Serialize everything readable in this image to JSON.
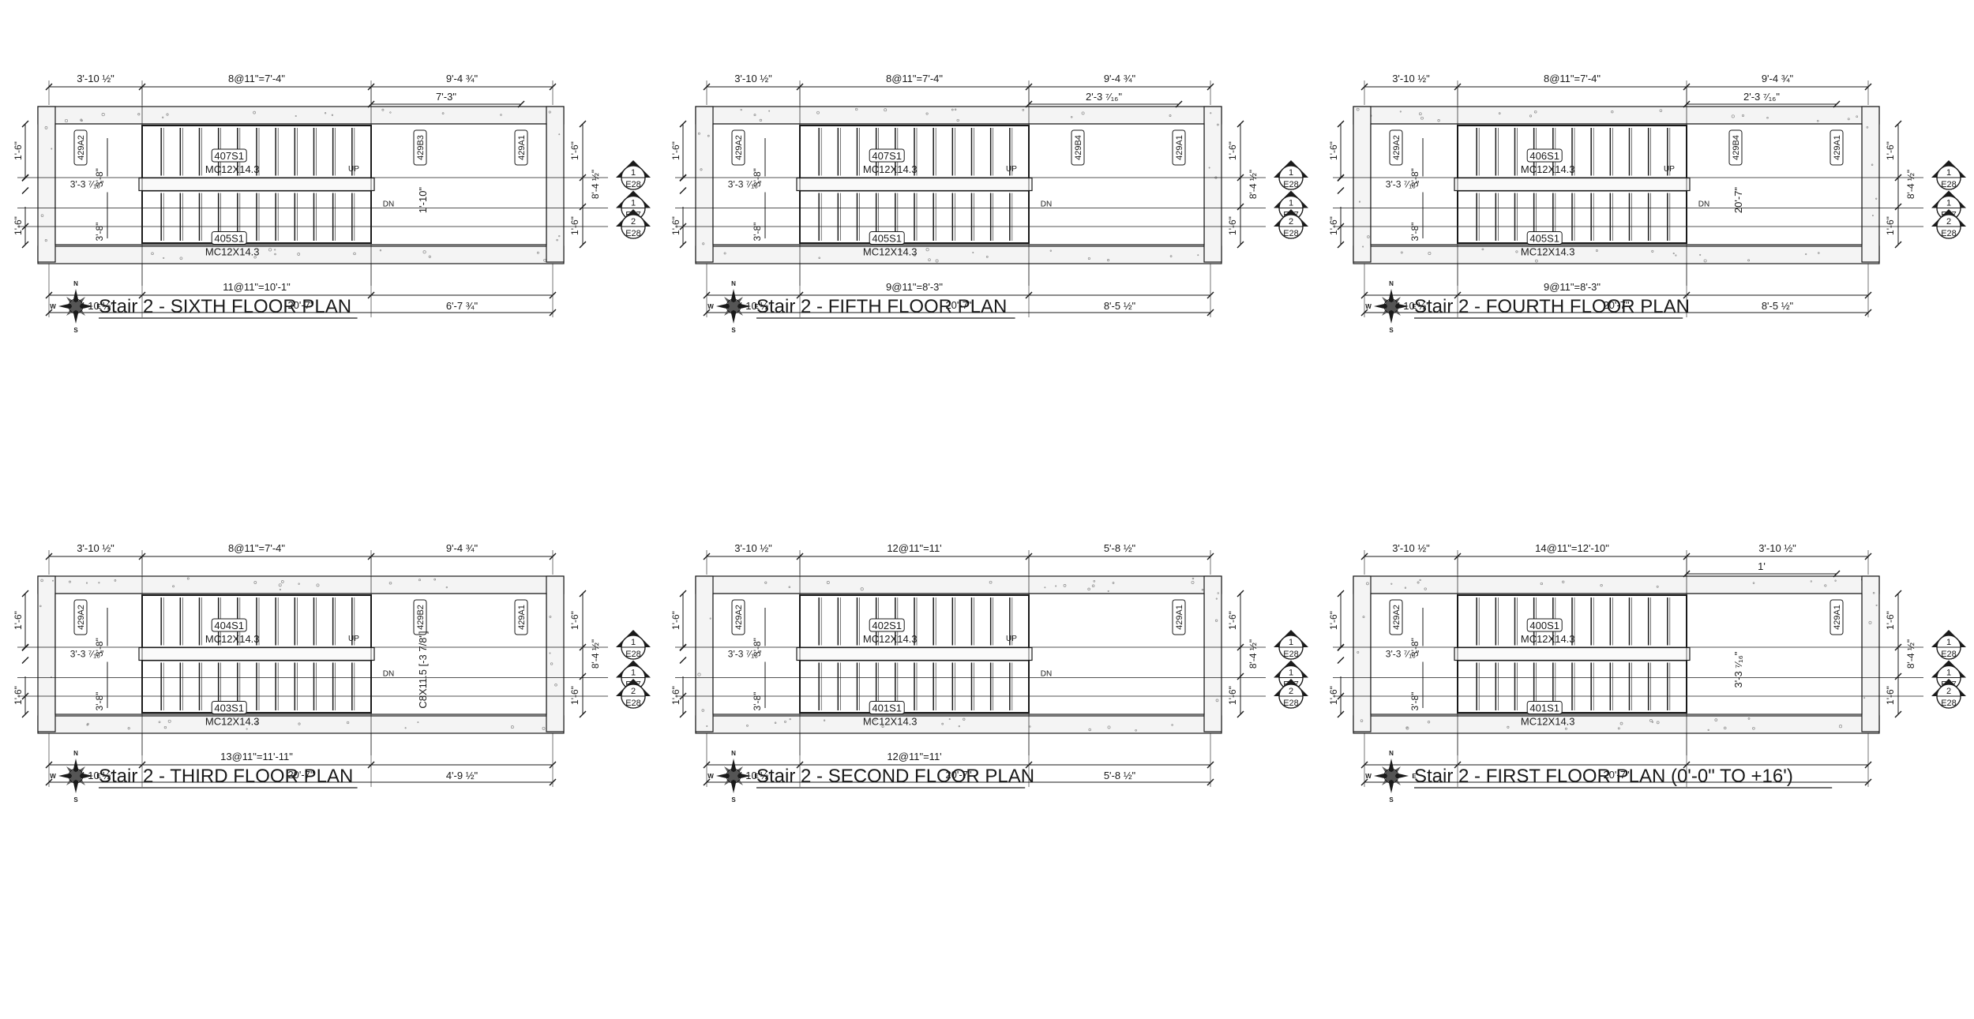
{
  "sheet": {
    "panels": [
      {
        "id": "sixth",
        "title": "Stair 2 - SIXTH FLOOR PLAN",
        "top_dims": [
          "3'-10 ½\"",
          "8@11\"=7'-4\"",
          "9'-4 ¾\""
        ],
        "top_sub_dim": "7'-3\"",
        "bottom_dims": [
          "3'-10 ½\"",
          "11@11\"=10'-1\"",
          "6'-7 ¾\""
        ],
        "overall_dim": "20'-7\"",
        "left_dims": [
          "1'-6\"",
          "3'-8\"",
          "3'-3 ⁷⁄₁₆\"",
          "3'-8\"",
          "1'-6\""
        ],
        "right_dims": [
          "1'-6\"",
          "8'-4 ½\"",
          "1'-6\""
        ],
        "tags": [
          "429A2",
          "429B3",
          "429A1"
        ],
        "flights": [
          {
            "mark": "407S1",
            "section": "MC12X14.3",
            "dir": "UP"
          },
          {
            "mark": "405S1",
            "section": "MC12X14.3",
            "dir": "DN"
          }
        ],
        "note": "1'-10\"",
        "bubbles": [
          {
            "n": "1",
            "sheet": "E28"
          },
          {
            "n": "1",
            "sheet": "E27"
          },
          {
            "n": "2",
            "sheet": "E28"
          }
        ]
      },
      {
        "id": "fifth",
        "title": "Stair 2 - FIFTH FLOOR PLAN",
        "top_dims": [
          "3'-10 ½\"",
          "8@11\"=7'-4\"",
          "9'-4 ¾\""
        ],
        "top_sub_dim": "2'-3 ⁷⁄₁₆\"",
        "bottom_dims": [
          "3'-10 ½\"",
          "9@11\"=8'-3\"",
          "8'-5 ½\""
        ],
        "overall_dim": "20'-7\"",
        "left_dims": [
          "1'-6\"",
          "3'-8\"",
          "3'-3 ⁷⁄₁₆\"",
          "3'-8\"",
          "1'-6\""
        ],
        "right_dims": [
          "1'-6\"",
          "8'-4 ½\"",
          "1'-6\""
        ],
        "tags": [
          "429A2",
          "429B4",
          "429A1"
        ],
        "flights": [
          {
            "mark": "407S1",
            "section": "MC12X14.3",
            "dir": "UP"
          },
          {
            "mark": "405S1",
            "section": "MC12X14.3",
            "dir": "DN"
          }
        ],
        "note": "",
        "bubbles": [
          {
            "n": "1",
            "sheet": "E28"
          },
          {
            "n": "1",
            "sheet": "E27"
          },
          {
            "n": "2",
            "sheet": "E28"
          }
        ]
      },
      {
        "id": "fourth",
        "title": "Stair 2 - FOURTH FLOOR PLAN",
        "top_dims": [
          "3'-10 ½\"",
          "8@11\"=7'-4\"",
          "9'-4 ¾\""
        ],
        "top_sub_dim": "2'-3 ⁷⁄₁₆\"",
        "bottom_dims": [
          "3'-10 ½\"",
          "9@11\"=8'-3\"",
          "8'-5 ½\""
        ],
        "overall_dim": "20'-7\"",
        "left_dims": [
          "1'-6\"",
          "3'-8\"",
          "3'-3 ⁷⁄₁₆\"",
          "3'-8\"",
          "1'-6\""
        ],
        "right_dims": [
          "1'-6\"",
          "8'-4 ½\"",
          "1'-6\""
        ],
        "tags": [
          "429A2",
          "429B4",
          "429A1"
        ],
        "flights": [
          {
            "mark": "406S1",
            "section": "MC12X14.3",
            "dir": "UP"
          },
          {
            "mark": "405S1",
            "section": "MC12X14.3",
            "dir": "DN"
          }
        ],
        "note": "20'-7\"",
        "bubbles": [
          {
            "n": "1",
            "sheet": "E28"
          },
          {
            "n": "1",
            "sheet": "E27"
          },
          {
            "n": "2",
            "sheet": "E28"
          }
        ]
      },
      {
        "id": "third",
        "title": "Stair 2 - THIRD FLOOR PLAN",
        "top_dims": [
          "3'-10 ½\"",
          "8@11\"=7'-4\"",
          "9'-4 ¾\""
        ],
        "top_sub_dim": "",
        "bottom_dims": [
          "3'-10 ½\"",
          "13@11\"=11'-11\"",
          "4'-9 ½\""
        ],
        "overall_dim": "20'-7\"",
        "left_dims": [
          "1'-6\"",
          "3'-8\"",
          "3'-3 ⁷⁄₁₆\"",
          "3'-8\"",
          "1'-6\""
        ],
        "right_dims": [
          "1'-6\"",
          "8'-4 ½\"",
          "1'-6\""
        ],
        "tags": [
          "429A2",
          "429B2",
          "429A1"
        ],
        "flights": [
          {
            "mark": "404S1",
            "section": "MC12X14.3",
            "dir": "UP"
          },
          {
            "mark": "403S1",
            "section": "MC12X14.3",
            "dir": "DN"
          }
        ],
        "note": "C8X11.5 [-3 7/8\"]",
        "bubbles": [
          {
            "n": "1",
            "sheet": "E28"
          },
          {
            "n": "1",
            "sheet": "E27"
          },
          {
            "n": "2",
            "sheet": "E28"
          }
        ]
      },
      {
        "id": "second",
        "title": "Stair 2 - SECOND FLOOR PLAN",
        "top_dims": [
          "3'-10 ½\"",
          "12@11\"=11'",
          "5'-8 ½\""
        ],
        "top_sub_dim": "",
        "bottom_dims": [
          "3'-10 ½\"",
          "12@11\"=11'",
          "5'-8 ½\""
        ],
        "overall_dim": "20'-7\"",
        "left_dims": [
          "1'-6\"",
          "3'-8\"",
          "3'-3 ⁷⁄₁₆\"",
          "3'-8\"",
          "1'-6\""
        ],
        "right_dims": [
          "1'-6\"",
          "8'-4 ½\"",
          "1'-6\""
        ],
        "tags": [
          "429A2",
          "",
          "429A1"
        ],
        "flights": [
          {
            "mark": "402S1",
            "section": "MC12X14.3",
            "dir": "UP"
          },
          {
            "mark": "401S1",
            "section": "MC12X14.3",
            "dir": "DN"
          }
        ],
        "note": "",
        "bubbles": [
          {
            "n": "1",
            "sheet": "E28"
          },
          {
            "n": "1",
            "sheet": "E27"
          },
          {
            "n": "2",
            "sheet": "E28"
          }
        ]
      },
      {
        "id": "first",
        "title": "Stair 2 - FIRST FLOOR PLAN (0'-0\" TO +16')",
        "top_dims": [
          "3'-10 ½\"",
          "14@11\"=12'-10\"",
          "3'-10 ½\""
        ],
        "top_sub_dim": "1'",
        "bottom_dims": [
          "",
          "",
          ""
        ],
        "overall_dim": "20'-7\"",
        "left_dims": [
          "1'-6\"",
          "3'-8\"",
          "3'-3 ⁷⁄₁₆\"",
          "3'-8\"",
          "1'-6\""
        ],
        "right_dims": [
          "1'-6\"",
          "8'-4 ½\"",
          "1'-6\""
        ],
        "tags": [
          "429A2",
          "",
          "429A1"
        ],
        "flights": [
          {
            "mark": "400S1",
            "section": "MC12X14.3",
            "dir": ""
          },
          {
            "mark": "401S1",
            "section": "MC12X14.3",
            "dir": ""
          }
        ],
        "note": "3'-3 ⁷⁄₁₆\"",
        "bubbles": [
          {
            "n": "1",
            "sheet": "E28"
          },
          {
            "n": "1",
            "sheet": "E27"
          },
          {
            "n": "2",
            "sheet": "E28"
          }
        ]
      }
    ],
    "compass": {
      "n": "N",
      "s": "S",
      "e": "E",
      "w": "W"
    },
    "colors": {
      "line": "#1a1a1a",
      "concrete": "#f4f4f4",
      "hatch": "#8a8a8a"
    }
  }
}
